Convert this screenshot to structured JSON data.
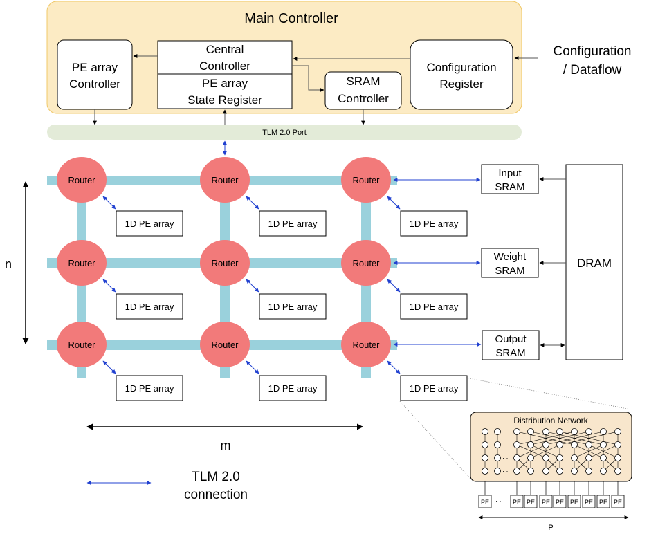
{
  "main_controller": {
    "title": "Main Controller",
    "pe_array_controller": [
      "PE array",
      "Controller"
    ],
    "central_controller": [
      "Central",
      "Controller"
    ],
    "pe_array_state_register": [
      "PE array",
      "State Register"
    ],
    "sram_controller": [
      "SRAM",
      "Controller"
    ],
    "configuration_register": [
      "Configuration",
      "Register"
    ]
  },
  "configuration_input": [
    "Configuration",
    "/ Dataflow"
  ],
  "tlm_port_label": "TLM 2.0 Port",
  "router_label": "Router",
  "pe_array_label": "1D PE array",
  "memory": {
    "input_sram": [
      "Input",
      "SRAM"
    ],
    "weight_sram": [
      "Weight",
      "SRAM"
    ],
    "output_sram": [
      "Output",
      "SRAM"
    ],
    "dram": "DRAM"
  },
  "dimension_labels": {
    "rows": "n",
    "cols": "m",
    "pe_count": "P"
  },
  "legend": {
    "line1": "TLM 2.0",
    "line2": "connection"
  },
  "distribution_network": {
    "title": "Distribution Network",
    "pe_label": "PE",
    "ellipsis": "· · ·"
  },
  "colors": {
    "controller_bg": "#fcebc4",
    "controller_border": "#f0c868",
    "router_fill": "#f27a7a",
    "mesh_link": "#9ad1dc",
    "tlm_port_bg": "#e3ebd8",
    "tlm_arrow": "#2040d0",
    "dist_bg": "#f8e6cc"
  }
}
